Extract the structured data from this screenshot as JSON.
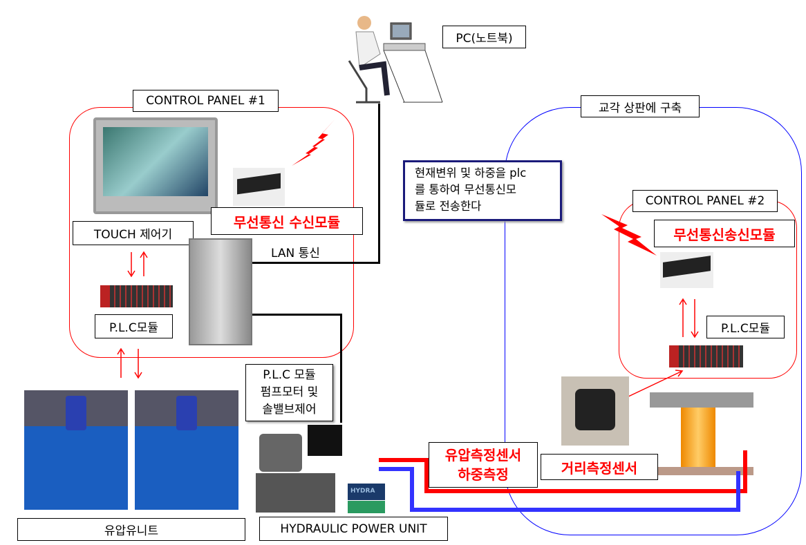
{
  "pc": {
    "label": "PC(노트북)"
  },
  "panel1": {
    "title": "CONTROL PANEL #1",
    "receiver_label": "무선통신 수신모듈",
    "touch_label": "TOUCH 제어기",
    "plc_label": "P.L.C모듈",
    "lan_label": "LAN 통신"
  },
  "note": {
    "text": "현재변위 및 하중을 plc\n를 통하여 무선통신모\n듈로 전송한다"
  },
  "site": {
    "title": "교각 상판에 구축"
  },
  "panel2": {
    "title": "CONTROL PANEL #2",
    "transmitter_label": "무선통신송신모듈",
    "plc_label": "P.L.C모듈"
  },
  "sensors": {
    "distance_label": "거리측정센서",
    "pressure_label": "유압측정센서\n하중측정"
  },
  "pump_note": {
    "text": "P.L.C 모듈\n펌프모터 및\n솔밸브제어"
  },
  "hpu": {
    "label": "HYDRAULIC POWER UNIT",
    "plate_text": "HYDRA"
  },
  "hydraulic_units": {
    "label": "유압유니트"
  },
  "colors": {
    "panel1_border": "#ff0000",
    "site_border": "#0000ff",
    "pressure_line": "#ff0000",
    "return_line": "#3333ff",
    "note_border": "#1a1a7a"
  }
}
